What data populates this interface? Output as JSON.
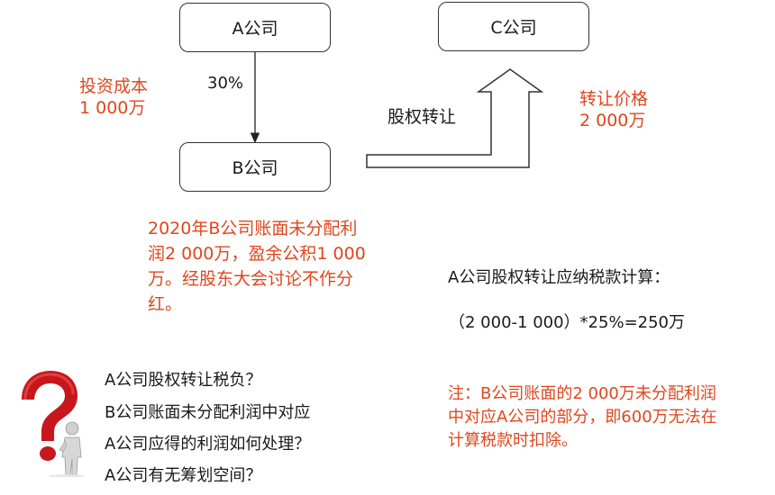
{
  "boxes": {
    "a": "A公司",
    "b": "B公司",
    "c": "C公司"
  },
  "labels": {
    "share_pct": "30%",
    "transfer": "股权转让"
  },
  "investment": {
    "title": "投资成本",
    "amount": "1 000万"
  },
  "price": {
    "title": "转让价格",
    "amount": "2 000万"
  },
  "b_note": {
    "line1": "2020年B公司账面未分配利",
    "line2": "润2 000万，盈余公积1 000",
    "line3": "万。经股东大会讨论不作分",
    "line4": "红。"
  },
  "calc": {
    "title": "A公司股权转让应纳税款计算：",
    "formula": "（2 000-1 000）*25%=250万"
  },
  "note": {
    "line1": "注：B公司账面的2 000万未分配利润",
    "line2": "中对应A公司的部分，即600万无法在",
    "line3": "计算税款时扣除。"
  },
  "questions": [
    "A公司股权转让税负？",
    "B公司账面未分配利润中对应",
    "A公司应得的利润如何处理？",
    "A公司有无筹划空间？"
  ],
  "icons": {
    "question": "question-mark-figure-icon"
  },
  "colors": {
    "accent_red": "#e0461e",
    "question_red": "#c8161d",
    "border": "#333333"
  }
}
